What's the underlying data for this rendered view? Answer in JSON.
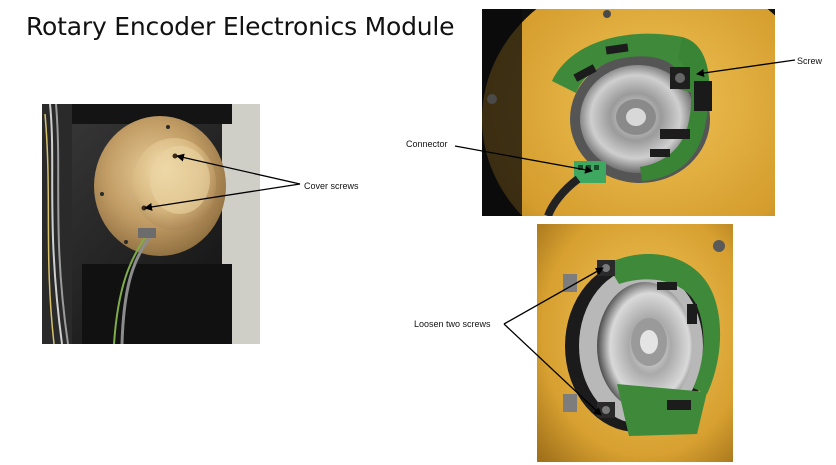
{
  "title": "Rotary Encoder Electronics Module",
  "callouts": {
    "cover_screws": "Cover screws",
    "screw": "Screw",
    "connector": "Connector",
    "loosen_two_screws": "Loosen two screws"
  },
  "colors": {
    "encoder_housing": "#b8935f",
    "mounting_plate": "#d9a63a",
    "pcb_green": "#3e8a3a",
    "frame_black": "#1b1b1b"
  }
}
